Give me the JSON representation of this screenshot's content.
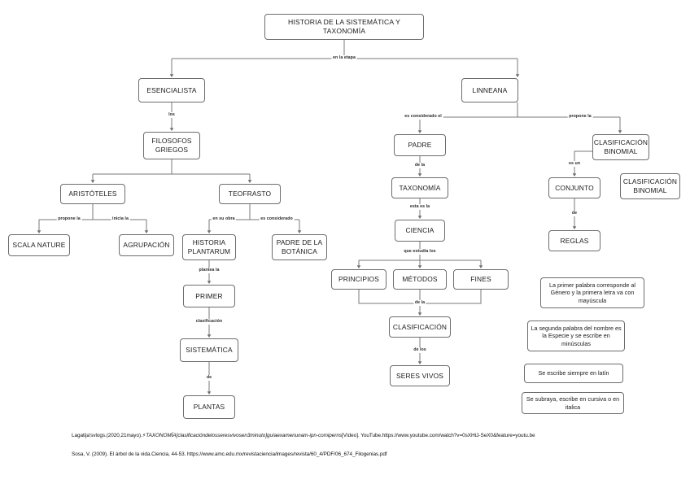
{
  "diagram": {
    "title": "HISTORIA DE LA SISTEMÁTICA Y TAXONOMÍA",
    "nodes": {
      "root": "HISTORIA DE LA SISTEMÁTICA Y TAXONOMÍA",
      "esencialista": "ESENCIALISTA",
      "filosofos_griegos": "FILOSOFOS GRIEGOS",
      "aristoteles": "ARISTÓTELES",
      "teofrasto": "TEOFRASTO",
      "scala_nature": "SCALA NATURE",
      "agrupacion": "AGRUPACIÓN",
      "historia_plantarum": "HISTORIA PLANTARUM",
      "padre_botanica": "PADRE DE LA BOTÁNICA",
      "primer": "PRIMER",
      "sistematica": "SISTEMÁTICA",
      "plantas": "PLANTAS",
      "linneana": "LINNEANA",
      "padre": "PADRE",
      "taxonomia": "TAXONOMÍA",
      "ciencia": "CIENCIA",
      "principios": "PRINCIPIOS",
      "metodos": "MÉTODOS",
      "fines": "FINES",
      "clasificacion": "CLASIFICACIÓN",
      "seres_vivos": "SERES VIVOS",
      "clasificacion_binomial_1": "CLASIFICACIÓN BINOMIAL",
      "clasificacion_binomial_2": "CLASIFICACIÓN BINOMIAL",
      "conjunto": "CONJUNTO",
      "reglas": "REGLAS",
      "nota_genero": "La primer palabra corresponde al Género y la primera letra va con mayúscula",
      "nota_especie": "La segunda palabra del nombre es la Especie y se escribe en minúsculas",
      "nota_latin": "Se escribe siempre en latín",
      "nota_cursiva": "Se subraya, escribe en cursiva o en italica"
    },
    "edge_labels": {
      "en_la_etapa": "en la etapa",
      "los": "los",
      "propone_la": "propone la",
      "inicia_la": "inicia la",
      "en_su_obra": "en su obra",
      "es_considerado": "es considerado",
      "plantea_la": "plantea la",
      "clasificacion": "clasificación",
      "de_plantas": "de",
      "es_considerado_el": "es considerado el",
      "propone_la_2": "propone la",
      "de_la_taxonomia": "de la",
      "esta_es_la": "esta es la",
      "que_estudia_los": "que estudia los",
      "de_la_clasificacion": "de la",
      "de_los": "de los",
      "es_un": "es un",
      "de_reglas": "de"
    }
  },
  "references": {
    "line1_a": "Lagatija'svlogs.(2020,21mayo).",
    "line1_b": "⚡TAXONOMÍA[clasificacióndelosseresvivosen3minuto]guíaexamenunam-ipn-comiperns",
    "line1_c": "[Vídeo]. YouTube.https://www.youtube.com/watch?v=0sXHtJ-SeX0&feature=youtu.be",
    "line2": "Sosa, V. (2009). El árbol de la vida.Ciencia, 44-53. https://www.amc.edu.mx/revistaciencia/images/revista/60_4/PDF/06_674_Filogenias.pdf"
  },
  "style": {
    "box_border": "#6d6d6d",
    "line_color": "#7a7a7a",
    "text_color": "#1a1a1a",
    "background": "#ffffff"
  }
}
